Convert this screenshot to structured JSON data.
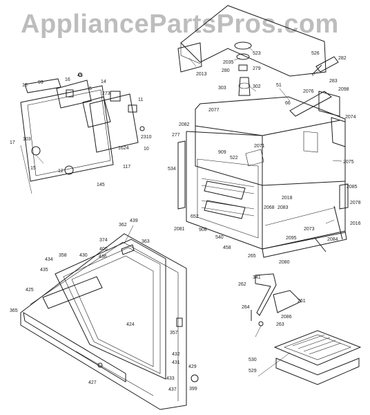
{
  "watermark": "AppliancePartsPros.com",
  "callouts": [
    {
      "id": "c2013",
      "text": "2013"
    },
    {
      "id": "c2035",
      "text": "2035"
    },
    {
      "id": "c523",
      "text": "523"
    },
    {
      "id": "c280",
      "text": "280"
    },
    {
      "id": "c279",
      "text": "279"
    },
    {
      "id": "c526",
      "text": "526"
    },
    {
      "id": "c282",
      "text": "282"
    },
    {
      "id": "c283",
      "text": "283"
    },
    {
      "id": "c303",
      "text": "303"
    },
    {
      "id": "c302",
      "text": "302"
    },
    {
      "id": "c51",
      "text": "51"
    },
    {
      "id": "c66",
      "text": "66"
    },
    {
      "id": "c2076",
      "text": "2076"
    },
    {
      "id": "c2098",
      "text": "2098"
    },
    {
      "id": "c2074",
      "text": "2074"
    },
    {
      "id": "c2077",
      "text": "2077"
    },
    {
      "id": "c2082",
      "text": "2082"
    },
    {
      "id": "c277",
      "text": "277"
    },
    {
      "id": "c534",
      "text": "534"
    },
    {
      "id": "c909",
      "text": "909"
    },
    {
      "id": "c522",
      "text": "522"
    },
    {
      "id": "c2071",
      "text": "2071"
    },
    {
      "id": "c2075",
      "text": "2075"
    },
    {
      "id": "c2018",
      "text": "2018"
    },
    {
      "id": "c2085",
      "text": "2085"
    },
    {
      "id": "c2078",
      "text": "2078"
    },
    {
      "id": "c2081",
      "text": "2081"
    },
    {
      "id": "c652",
      "text": "652"
    },
    {
      "id": "c908",
      "text": "908"
    },
    {
      "id": "c540",
      "text": "540"
    },
    {
      "id": "c2068",
      "text": "2068"
    },
    {
      "id": "c2083",
      "text": "2083"
    },
    {
      "id": "c2073",
      "text": "2073"
    },
    {
      "id": "c2016",
      "text": "2016"
    },
    {
      "id": "c2095",
      "text": "2095"
    },
    {
      "id": "c2084",
      "text": "2084"
    },
    {
      "id": "c458",
      "text": "458"
    },
    {
      "id": "c265",
      "text": "265"
    },
    {
      "id": "c2080",
      "text": "2080"
    },
    {
      "id": "c18",
      "text": "18"
    },
    {
      "id": "c99",
      "text": "99"
    },
    {
      "id": "c16",
      "text": "16"
    },
    {
      "id": "c45",
      "text": "45"
    },
    {
      "id": "c14",
      "text": "14"
    },
    {
      "id": "c5",
      "text": "5"
    },
    {
      "id": "c273",
      "text": "273"
    },
    {
      "id": "c11",
      "text": "11"
    },
    {
      "id": "c17",
      "text": "17"
    },
    {
      "id": "c103",
      "text": "103"
    },
    {
      "id": "c2310",
      "text": "2310"
    },
    {
      "id": "c1624",
      "text": "1624"
    },
    {
      "id": "c10",
      "text": "10"
    },
    {
      "id": "c15",
      "text": "15"
    },
    {
      "id": "c117",
      "text": "117"
    },
    {
      "id": "c12",
      "text": "12"
    },
    {
      "id": "c145",
      "text": "145"
    },
    {
      "id": "c362",
      "text": "362"
    },
    {
      "id": "c439",
      "text": "439"
    },
    {
      "id": "c374",
      "text": "374"
    },
    {
      "id": "c363",
      "text": "363"
    },
    {
      "id": "c400",
      "text": "400"
    },
    {
      "id": "c358",
      "text": "358"
    },
    {
      "id": "c430",
      "text": "430"
    },
    {
      "id": "c436",
      "text": "436"
    },
    {
      "id": "c434",
      "text": "434"
    },
    {
      "id": "c435",
      "text": "435"
    },
    {
      "id": "c425",
      "text": "425"
    },
    {
      "id": "c365",
      "text": "365"
    },
    {
      "id": "c424",
      "text": "424"
    },
    {
      "id": "c357",
      "text": "357"
    },
    {
      "id": "c432",
      "text": "432"
    },
    {
      "id": "c431",
      "text": "431"
    },
    {
      "id": "c427",
      "text": "427"
    },
    {
      "id": "c429",
      "text": "429"
    },
    {
      "id": "c433",
      "text": "433"
    },
    {
      "id": "c399",
      "text": "399"
    },
    {
      "id": "c437",
      "text": "437"
    },
    {
      "id": "c341",
      "text": "341"
    },
    {
      "id": "c262",
      "text": "262"
    },
    {
      "id": "c264",
      "text": "264"
    },
    {
      "id": "c261",
      "text": "261"
    },
    {
      "id": "c2086",
      "text": "2086"
    },
    {
      "id": "c263",
      "text": "263"
    },
    {
      "id": "c530",
      "text": "530"
    },
    {
      "id": "c529",
      "text": "529"
    }
  ]
}
